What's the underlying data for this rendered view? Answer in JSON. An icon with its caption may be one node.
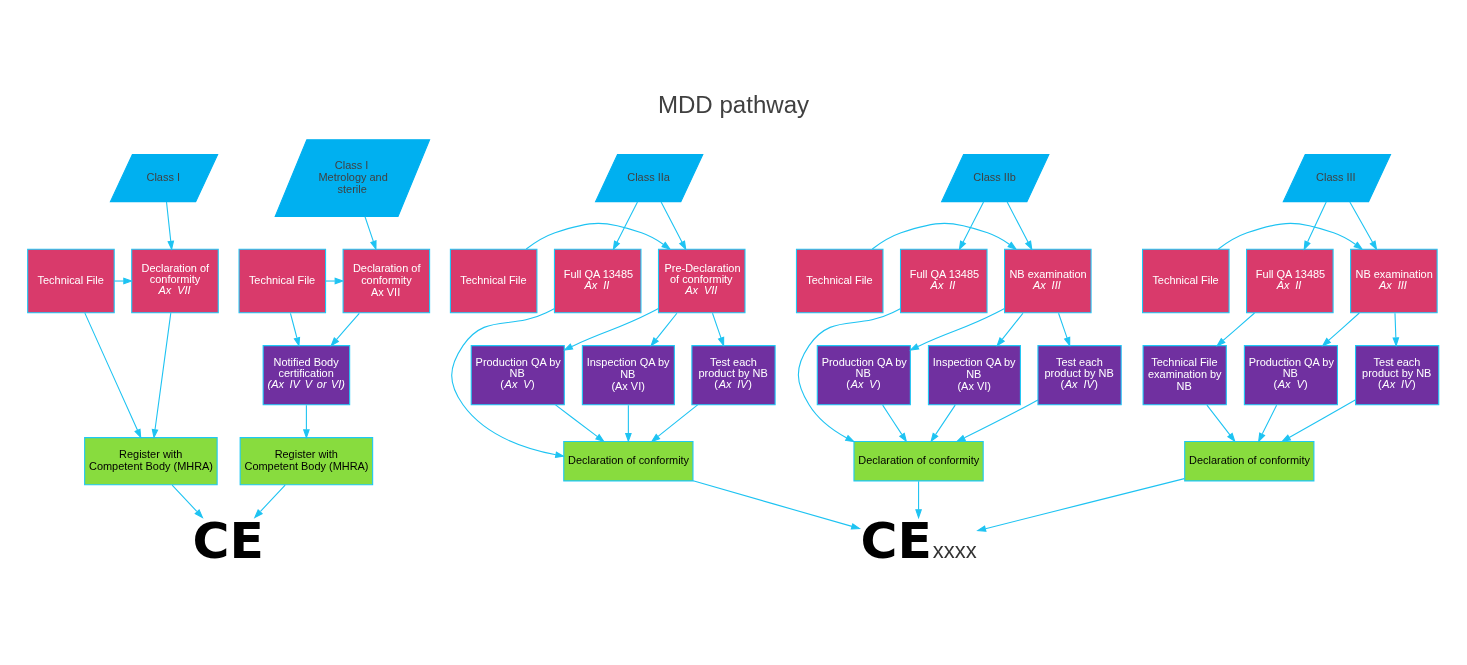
{
  "diagram": {
    "title": "MDD pathway",
    "nodes": [
      {
        "text": [
          "Class I"
        ]
      },
      {
        "text": [
          "Declaration of conformity",
          "Ax VII"
        ]
      },
      {
        "text": [
          "Technical File"
        ]
      },
      {
        "text": [
          "Register with Competent Body (MHRA)"
        ]
      },
      {
        "text": [
          "Class I Metrology and sterile"
        ]
      },
      {
        "text": [
          "Declaration of conformity",
          "Ax VII"
        ]
      },
      {
        "text": [
          "Technical File"
        ]
      },
      {
        "text": [
          "Notified Body certification",
          "(Ax IV V or VI)"
        ]
      },
      {
        "text": [
          "Register with Competent Body (MHRA)"
        ]
      },
      {
        "text": [
          "Class IIa"
        ]
      },
      {
        "text": [
          "Full QA 13485",
          "Ax II"
        ]
      },
      {
        "text": [
          "Pre-Declaration of conformity",
          "Ax VII"
        ]
      },
      {
        "text": [
          "Technical File"
        ]
      },
      {
        "text": [
          "Test each product by NB",
          "(*Ax IV*)"
        ]
      },
      {
        "text": [
          "Production QA by NB",
          "(*Ax V*)"
        ]
      },
      {
        "text": [
          "Inspection QA by NB",
          "(Ax VI)"
        ]
      },
      {
        "text": [
          "Declaration of conformity"
        ]
      },
      {
        "text": [
          "Class IIb"
        ]
      },
      {
        "text": [
          "Full QA 13485",
          "Ax II"
        ]
      },
      {
        "text": [
          "NB examination",
          "Ax III"
        ]
      },
      {
        "text": [
          "Technical File"
        ]
      },
      {
        "text": [
          "Test each product by NB",
          "(*Ax IV*)"
        ]
      },
      {
        "text": [
          "Production QA by NB",
          "(*Ax V*)"
        ]
      },
      {
        "text": [
          "Inspection QA by NB",
          "(Ax VI)"
        ]
      },
      {
        "text": [
          "Declaration of conformity"
        ]
      },
      {
        "text": [
          "Class III"
        ]
      },
      {
        "text": [
          "Full QA 13485",
          "Ax II"
        ]
      },
      {
        "text": [
          "NB examination",
          "Ax III"
        ]
      },
      {
        "text": [
          "Technical File"
        ]
      },
      {
        "text": [
          "Technical File examination by NB"
        ]
      },
      {
        "text": [
          "Test each product by NB",
          "(*Ax IV*)"
        ]
      },
      {
        "text": [
          "Production QA by NB",
          "(*Ax V*)"
        ]
      },
      {
        "text": [
          "Declaration of conformity"
        ]
      },
      {
        "text": [
          "CE"
        ]
      },
      {
        "text": [
          "CE",
          "xxxx"
        ]
      }
    ],
    "edges": [
      {
        "from": 0,
        "to": 1,
        "arrow": "to"
      },
      {
        "from": 2,
        "to": 1,
        "arrow": "to"
      },
      {
        "from": 1,
        "to": 3,
        "arrow": "to"
      },
      {
        "from": 2,
        "to": 3,
        "arrow": "to"
      },
      {
        "from": 3,
        "to": 33,
        "arrow": "to"
      },
      {
        "from": 4,
        "to": 5,
        "arrow": "to"
      },
      {
        "from": 6,
        "to": 5,
        "arrow": "to"
      },
      {
        "from": 5,
        "to": 7,
        "arrow": "to"
      },
      {
        "from": 6,
        "to": 7,
        "arrow": "to"
      },
      {
        "from": 7,
        "to": 8,
        "arrow": "to"
      },
      {
        "from": 8,
        "to": 33,
        "arrow": "to"
      },
      {
        "from": 9,
        "to": 10,
        "arrow": "to"
      },
      {
        "from": 9,
        "to": 11,
        "arrow": "to"
      },
      {
        "from": 12,
        "to": 11,
        "arrow": "to"
      },
      {
        "from": 11,
        "to": 13,
        "arrow": "to"
      },
      {
        "from": 11,
        "to": 14,
        "arrow": "to"
      },
      {
        "from": 11,
        "to": 15,
        "arrow": "to"
      },
      {
        "from": 10,
        "to": 16,
        "arrow": "to"
      },
      {
        "from": 13,
        "to": 16,
        "arrow": "to"
      },
      {
        "from": 14,
        "to": 16,
        "arrow": "to"
      },
      {
        "from": 15,
        "to": 16,
        "arrow": "to"
      },
      {
        "from": 16,
        "to": 34,
        "arrow": "to"
      },
      {
        "from": 17,
        "to": 18,
        "arrow": "to"
      },
      {
        "from": 17,
        "to": 19,
        "arrow": "to"
      },
      {
        "from": 20,
        "to": 19,
        "arrow": "to"
      },
      {
        "from": 19,
        "to": 21,
        "arrow": "to"
      },
      {
        "from": 19,
        "to": 22,
        "arrow": "to"
      },
      {
        "from": 19,
        "to": 23,
        "arrow": "to"
      },
      {
        "from": 18,
        "to": 24,
        "arrow": "to"
      },
      {
        "from": 21,
        "to": 24,
        "arrow": "to"
      },
      {
        "from": 22,
        "to": 24,
        "arrow": "to"
      },
      {
        "from": 23,
        "to": 24,
        "arrow": "to"
      },
      {
        "from": 24,
        "to": 34,
        "arrow": "to"
      },
      {
        "from": 25,
        "to": 26,
        "arrow": "to"
      },
      {
        "from": 25,
        "to": 27,
        "arrow": "to"
      },
      {
        "from": 28,
        "to": 27,
        "arrow": "to"
      },
      {
        "from": 26,
        "to": 29,
        "arrow": "to"
      },
      {
        "from": 27,
        "to": 30,
        "arrow": "to"
      },
      {
        "from": 27,
        "to": 31,
        "arrow": "to"
      },
      {
        "from": 29,
        "to": 32,
        "arrow": "to"
      },
      {
        "from": 30,
        "to": 32,
        "arrow": "to"
      },
      {
        "from": 31,
        "to": 32,
        "arrow": "to"
      },
      {
        "from": 32,
        "to": 34,
        "arrow": "to"
      }
    ]
  }
}
